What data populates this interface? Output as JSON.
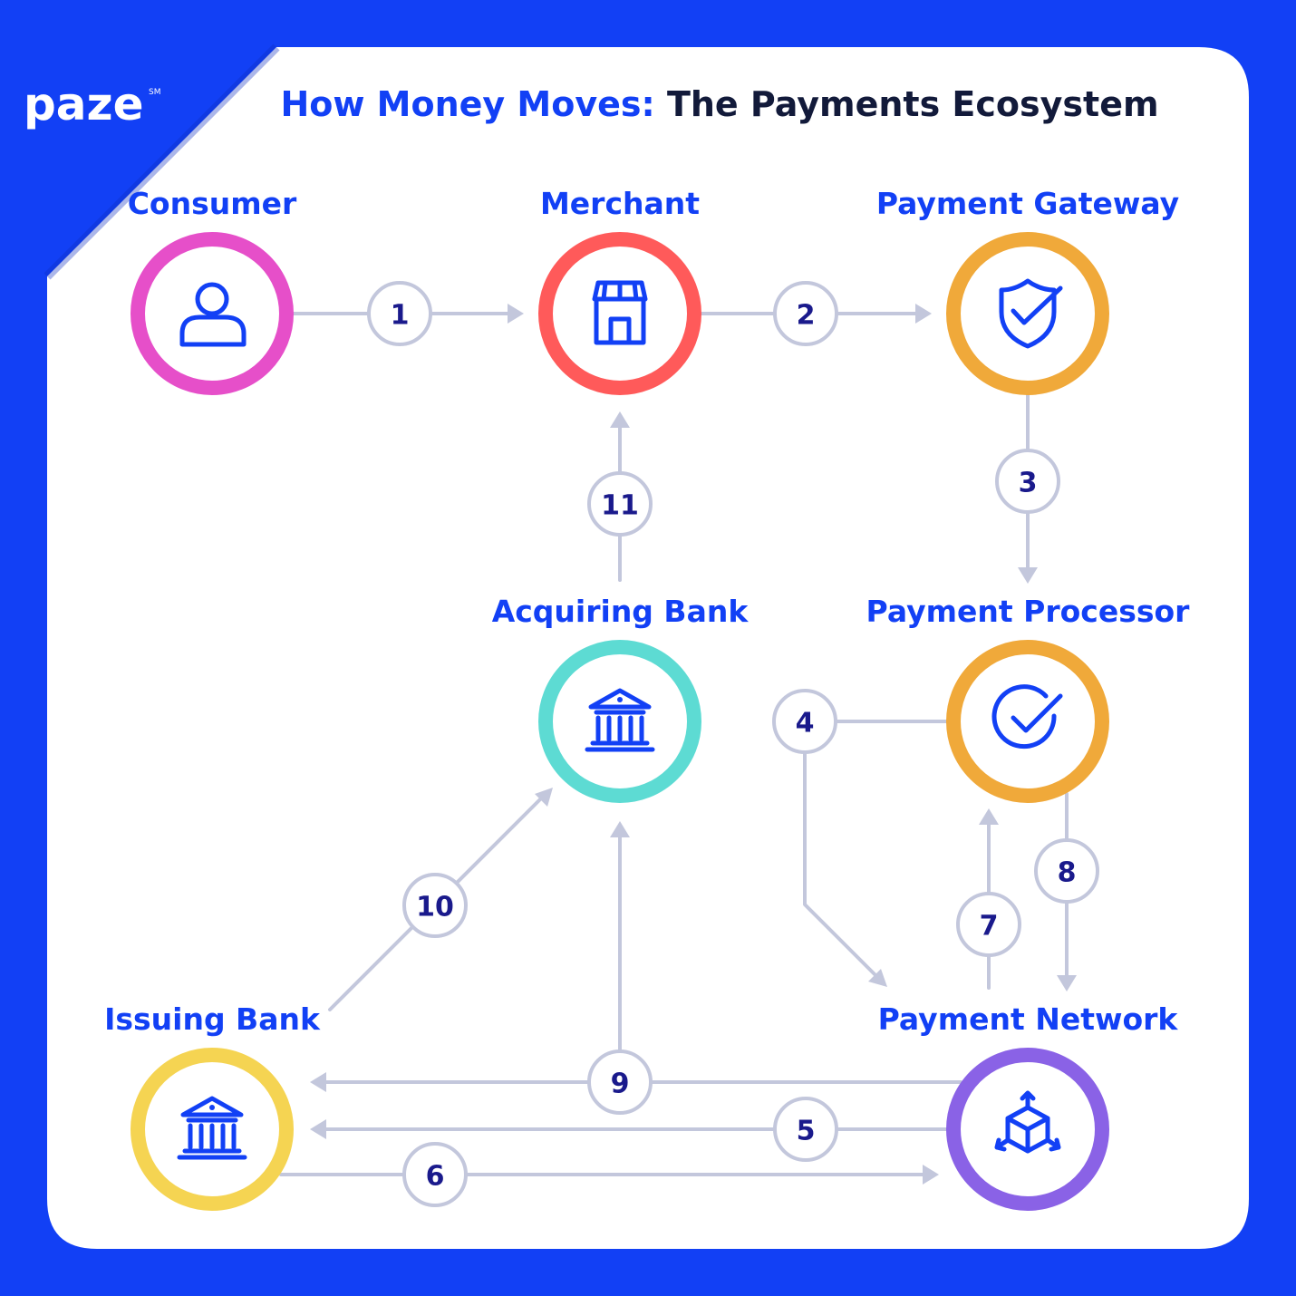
{
  "brand": {
    "logo_text": "paze",
    "trademark": "SM"
  },
  "title": {
    "highlight": "How Money Moves:",
    "rest": " The Payments Ecosystem"
  },
  "colors": {
    "background": "#1240f5",
    "card": "#ffffff",
    "connector": "#c3c7dc",
    "step_number": "#1a1a8c",
    "label": "#1240f5"
  },
  "nodes": [
    {
      "id": "consumer",
      "label": "Consumer",
      "icon": "person-icon",
      "ring_color": "#e64fc9"
    },
    {
      "id": "merchant",
      "label": "Merchant",
      "icon": "storefront-icon",
      "ring_color": "#ff5a5a"
    },
    {
      "id": "gateway",
      "label": "Payment Gateway",
      "icon": "shield-check-icon",
      "ring_color": "#f0a93a"
    },
    {
      "id": "processor",
      "label": "Payment Processor",
      "icon": "circle-check-icon",
      "ring_color": "#f0a93a"
    },
    {
      "id": "acquiring",
      "label": "Acquiring Bank",
      "icon": "bank-icon",
      "ring_color": "#5ddbd3"
    },
    {
      "id": "network",
      "label": "Payment Network",
      "icon": "network-cube-icon",
      "ring_color": "#8a62e6"
    },
    {
      "id": "issuing",
      "label": "Issuing Bank",
      "icon": "bank-icon",
      "ring_color": "#f5d452"
    }
  ],
  "steps": [
    {
      "number": "1",
      "from": "consumer",
      "to": "merchant"
    },
    {
      "number": "2",
      "from": "merchant",
      "to": "gateway"
    },
    {
      "number": "3",
      "from": "gateway",
      "to": "processor"
    },
    {
      "number": "4",
      "from": "processor",
      "to": "network"
    },
    {
      "number": "5",
      "from": "network",
      "to": "issuing"
    },
    {
      "number": "6",
      "from": "issuing",
      "to": "network"
    },
    {
      "number": "7",
      "from": "network",
      "to": "processor"
    },
    {
      "number": "8",
      "from": "processor",
      "to": "network"
    },
    {
      "number": "9",
      "from": "network",
      "to": "issuing"
    },
    {
      "number": "10",
      "from": "issuing",
      "to": "acquiring"
    },
    {
      "number": "11",
      "from": "acquiring",
      "to": "merchant"
    }
  ]
}
